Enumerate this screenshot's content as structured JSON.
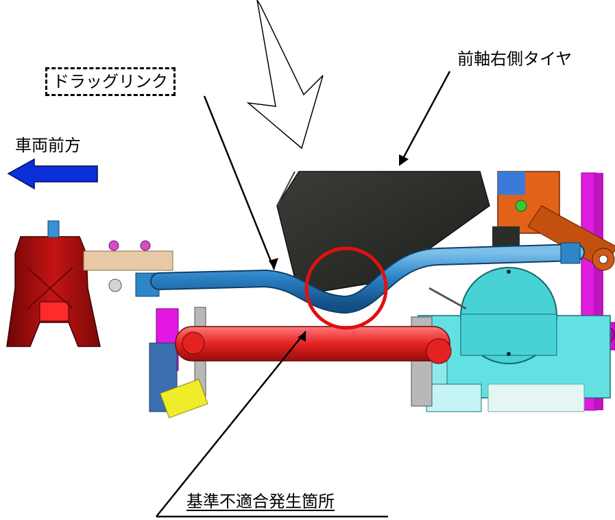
{
  "labels": {
    "drag_link": "ドラッグリンク",
    "vehicle_front": "車両前方",
    "front_right_tire": "前軸右側タイヤ",
    "nonconformity_site": "基準不適合発生箇所"
  },
  "colors": {
    "drag_link": "#2e86c8",
    "tie_rod": "#e02020",
    "knuckle": "#b00e0e",
    "tire": "#2c2f2a",
    "front_arrow": "#0a2fd9",
    "highlight_circle": "#e01010",
    "hub": "#49d2d6",
    "pitman_arm": "#e2621a",
    "bracket": "#e020d0",
    "bolt": "#f0ec2a"
  }
}
